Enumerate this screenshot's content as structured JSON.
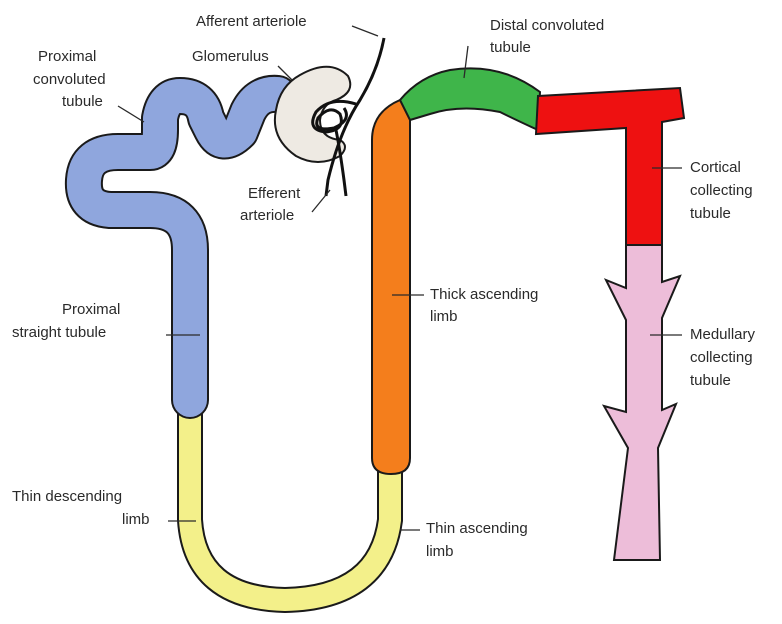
{
  "diagram": {
    "colors": {
      "proximal": "#8fa6dd",
      "thin_limb": "#f3f08a",
      "thick_ascending": "#f47e1c",
      "distal": "#3fb54a",
      "cortical_collecting": "#ee1111",
      "medullary_collecting": "#edbdd9",
      "glomerulus": "#eeeae3",
      "outline": "#1a1a1a"
    },
    "labels": {
      "afferent": "Afferent arteriole",
      "glomerulus": "Glomerulus",
      "pct_1": "Proximal",
      "pct_2": "convoluted",
      "pct_3": "tubule",
      "efferent_1": "Efferent",
      "efferent_2": "arteriole",
      "dct_1": "Distal convoluted",
      "dct_2": "tubule",
      "cortical_1": "Cortical",
      "cortical_2": "collecting",
      "cortical_3": "tubule",
      "pst_1": "Proximal",
      "pst_2": "straight tubule",
      "thick_1": "Thick ascending",
      "thick_2": "limb",
      "medullary_1": "Medullary",
      "medullary_2": "collecting",
      "medullary_3": "tubule",
      "thin_desc_1": "Thin descending",
      "thin_desc_2": "limb",
      "thin_asc_1": "Thin ascending",
      "thin_asc_2": "limb"
    }
  }
}
